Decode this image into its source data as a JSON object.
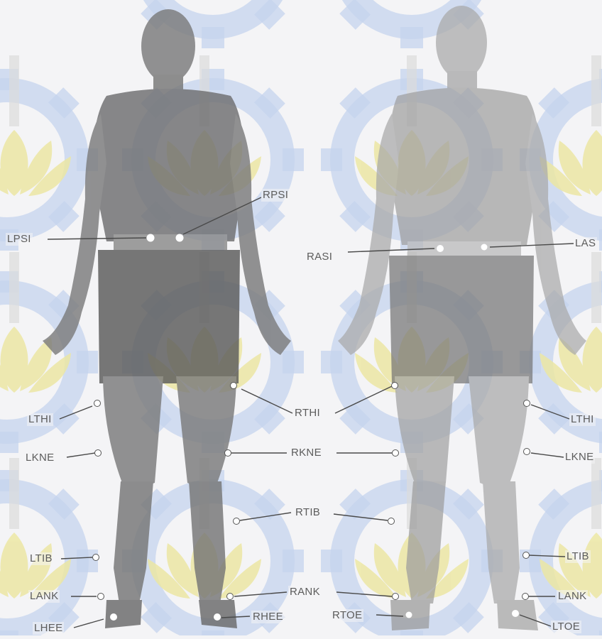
{
  "markers": {
    "lpsi": "LPSI",
    "rpsi": "RPSI",
    "rasi": "RASI",
    "lasi": "LAS",
    "lthi_back": "LTHI",
    "rthi": "RTHI",
    "lthi_front": "LTHI",
    "lkne_back": "LKNE",
    "rkne": "RKNE",
    "lkne_front": "LKNE",
    "rtib": "RTIB",
    "ltib_back": "LTIB",
    "ltib_front": "LTIB",
    "lank_back": "LANK",
    "rank": "RANK",
    "lank_front": "LANK",
    "lhee": "LHEE",
    "rhee": "RHEE",
    "rtoe": "RTOE",
    "ltoe": "LTOE"
  },
  "colors": {
    "background": "#f4f4f6",
    "watermark_gear": "#c6d4ee",
    "watermark_lotus": "#ece7a4",
    "back_figure_skin": "#7b7b7b",
    "back_figure_shorts": "#5b5b5b",
    "front_figure_skin": "#a9a9a9",
    "front_figure_shorts": "#767676",
    "marker": "#ffffff",
    "leader_line": "#4a4a4a",
    "label_text": "#5c5c5c"
  },
  "icons": [
    "watermark-gear-logo",
    "watermark-lotus-logo",
    "marker-dot"
  ]
}
